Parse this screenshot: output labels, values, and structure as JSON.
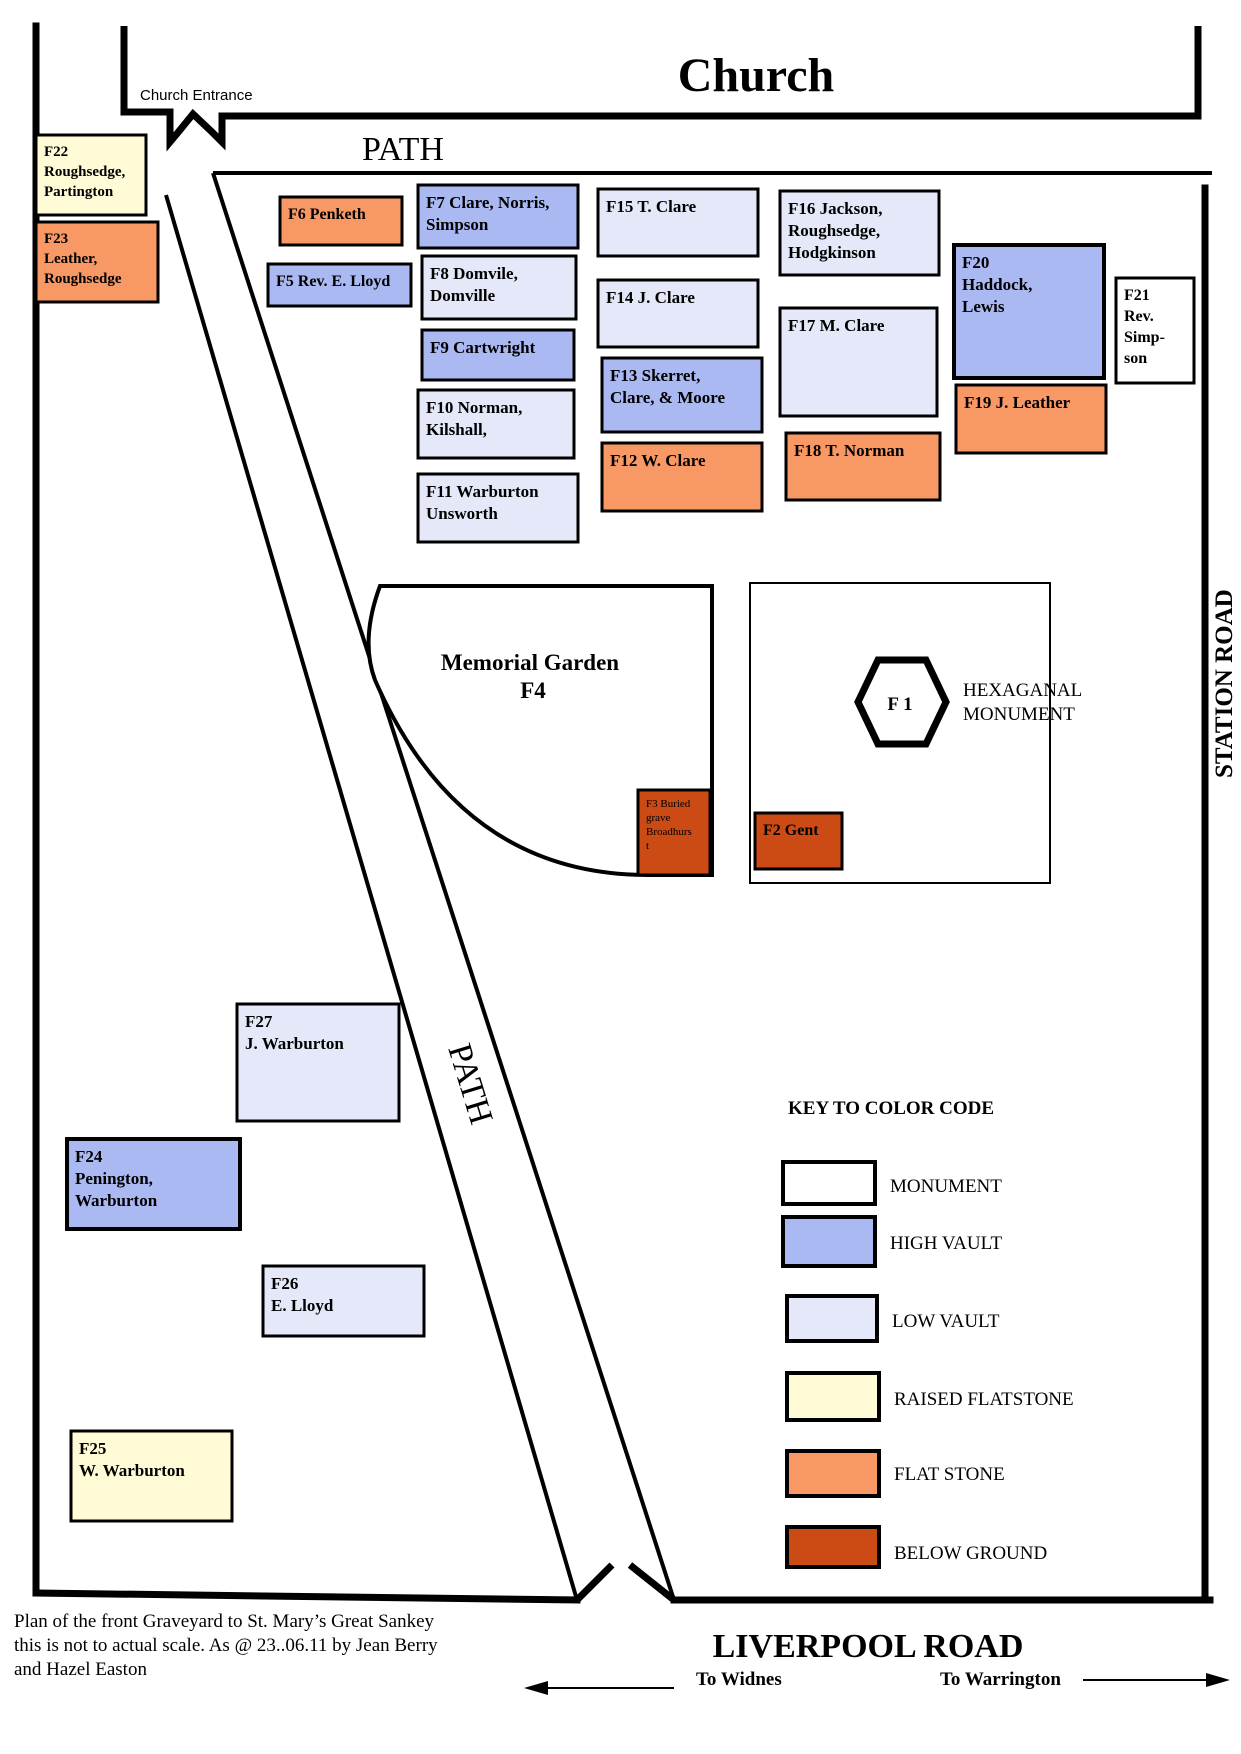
{
  "colors": {
    "monument": "#ffffff",
    "high_vault": "#aab9f2",
    "low_vault": "#e4e8f8",
    "raised_flatstone": "#fffbd6",
    "flat_stone": "#f79865",
    "below_ground": "#cc4a14",
    "outline": "#000000"
  },
  "labels": {
    "church": "Church",
    "church_entrance": "Church Entrance",
    "path_top": "PATH",
    "path_diagonal": "PATH",
    "station_road": "STATION ROAD",
    "liverpool_road": "LIVERPOOL ROAD",
    "to_widnes": "To Widnes",
    "to_warrington": "To Warrington",
    "memorial_garden_title": "Memorial Garden",
    "memorial_garden_code": "F4",
    "hexagonal_code": "F 1",
    "hexagonal_line1": "HEXAGANAL",
    "hexagonal_line2": "MONUMENT",
    "caption": "Plan of the front Graveyard to St. Mary’s Great Sankey\nthis is not to actual scale. As @ 23..06.11 by Jean Berry\nand Hazel Easton"
  },
  "key": {
    "title": "KEY TO COLOR CODE",
    "items": [
      {
        "label": "MONUMENT",
        "category": "monument"
      },
      {
        "label": "HIGH VAULT",
        "category": "high_vault"
      },
      {
        "label": "LOW  VAULT",
        "category": "low_vault"
      },
      {
        "label": "RAISED FLATSTONE",
        "category": "raised_flatstone"
      },
      {
        "label": "FLAT STONE",
        "category": "flat_stone"
      },
      {
        "label": "BELOW GROUND",
        "category": "below_ground"
      }
    ]
  },
  "plots": [
    {
      "id": "F22",
      "lines": [
        "F22",
        "Roughsedge,",
        "Partington"
      ],
      "category": "raised_flatstone"
    },
    {
      "id": "F23",
      "lines": [
        "F23",
        "Leather,",
        "Roughsedge"
      ],
      "category": "flat_stone"
    },
    {
      "id": "F6",
      "lines": [
        "F6 Penketh"
      ],
      "category": "flat_stone"
    },
    {
      "id": "F5",
      "lines": [
        "F5 Rev. E. Lloyd"
      ],
      "category": "high_vault"
    },
    {
      "id": "F7",
      "lines": [
        "F7 Clare, Norris,",
        "Simpson"
      ],
      "category": "high_vault"
    },
    {
      "id": "F8",
      "lines": [
        "F8 Domvile,",
        "Domville"
      ],
      "category": "low_vault"
    },
    {
      "id": "F9",
      "lines": [
        "F9 Cartwright"
      ],
      "category": "high_vault"
    },
    {
      "id": "F10",
      "lines": [
        "F10 Norman,",
        "Kilshall,"
      ],
      "category": "low_vault"
    },
    {
      "id": "F11",
      "lines": [
        "F11 Warburton",
        "Unsworth"
      ],
      "category": "low_vault"
    },
    {
      "id": "F15",
      "lines": [
        "F15 T. Clare"
      ],
      "category": "low_vault"
    },
    {
      "id": "F14",
      "lines": [
        "F14 J. Clare"
      ],
      "category": "low_vault"
    },
    {
      "id": "F13",
      "lines": [
        "F13 Skerret,",
        "Clare, & Moore"
      ],
      "category": "high_vault"
    },
    {
      "id": "F12",
      "lines": [
        "F12 W. Clare"
      ],
      "category": "flat_stone"
    },
    {
      "id": "F16",
      "lines": [
        "F16 Jackson,",
        "Roughsedge,",
        "Hodgkinson"
      ],
      "category": "low_vault"
    },
    {
      "id": "F17",
      "lines": [
        "F17 M. Clare"
      ],
      "category": "low_vault"
    },
    {
      "id": "F18",
      "lines": [
        "F18 T. Norman"
      ],
      "category": "flat_stone"
    },
    {
      "id": "F20",
      "lines": [
        "F20",
        "Haddock,",
        "Lewis"
      ],
      "category": "high_vault"
    },
    {
      "id": "F19",
      "lines": [
        "F19 J. Leather"
      ],
      "category": "flat_stone"
    },
    {
      "id": "F21",
      "lines": [
        "F21",
        "Rev.",
        "Simp-",
        "son"
      ],
      "category": "monument"
    },
    {
      "id": "F3",
      "lines": [
        "F3 Buried",
        "grave",
        "Broadhurs",
        "t"
      ],
      "category": "below_ground"
    },
    {
      "id": "F2",
      "lines": [
        "F2 Gent"
      ],
      "category": "below_ground"
    },
    {
      "id": "F27",
      "lines": [
        "F27",
        "J. Warburton"
      ],
      "category": "low_vault"
    },
    {
      "id": "F24",
      "lines": [
        "F24",
        "Penington,",
        "Warburton"
      ],
      "category": "high_vault"
    },
    {
      "id": "F26",
      "lines": [
        "F26",
        "E. Lloyd"
      ],
      "category": "low_vault"
    },
    {
      "id": "F25",
      "lines": [
        "F25",
        "W. Warburton"
      ],
      "category": "raised_flatstone"
    }
  ]
}
